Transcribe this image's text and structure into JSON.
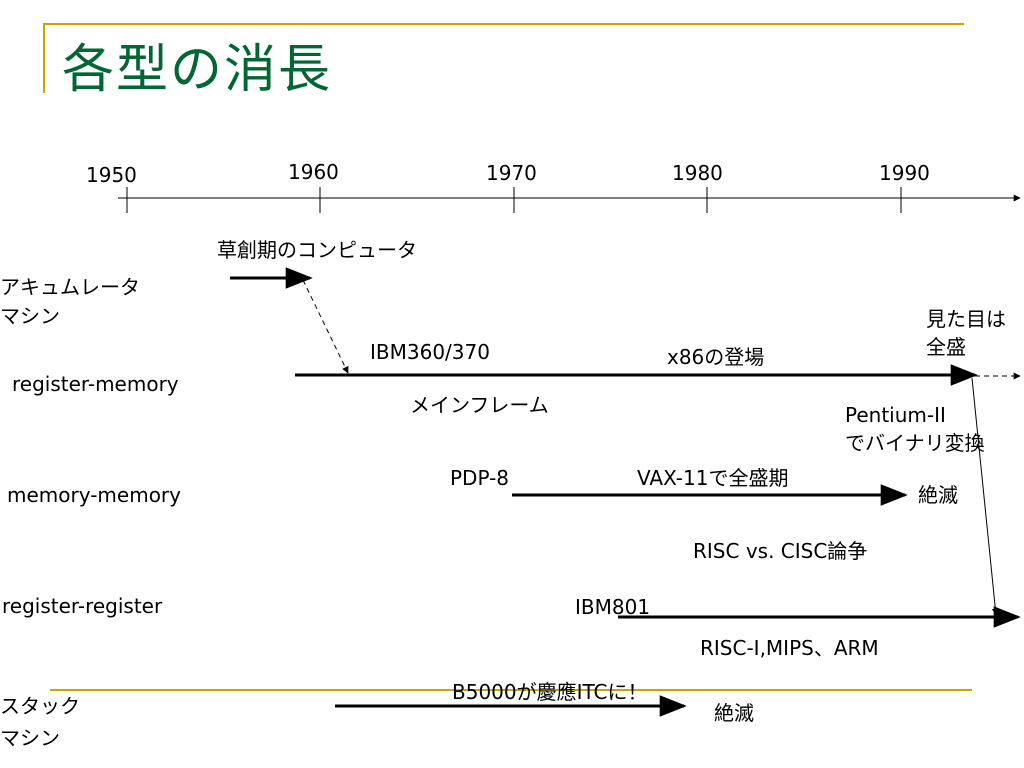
{
  "slide": {
    "title": "各型の消長",
    "colors": {
      "title": "#006633",
      "accent_line": "#CCA300",
      "ink": "#000000"
    }
  },
  "timeline": {
    "years": [
      "1950",
      "1960",
      "1970",
      "1980",
      "1990"
    ]
  },
  "rows": {
    "accumulator": "アキュムレータ\nマシン",
    "register_memory": "register-memory",
    "memory_memory": "memory-memory",
    "register_register": "register-register",
    "stack": "スタック\nマシン"
  },
  "annotations": {
    "early_computers": "草創期のコンピュータ",
    "ibm360": "IBM360/370",
    "x86": "x86の登場",
    "mainframe": "メインフレーム",
    "looks_peak": "見た目は\n全盛",
    "pentium": "Pentium-II\nでバイナリ変換",
    "pdp8": "PDP-8",
    "vax": "VAX-11で全盛期",
    "extinct_mm": "絶滅",
    "risc_cisc": "RISC vs. CISC論争",
    "ibm801": "IBM801",
    "risc_list": "RISC-I,MIPS、ARM",
    "b5000": "B5000が慶應ITCに！",
    "extinct_stack": "絶滅"
  }
}
